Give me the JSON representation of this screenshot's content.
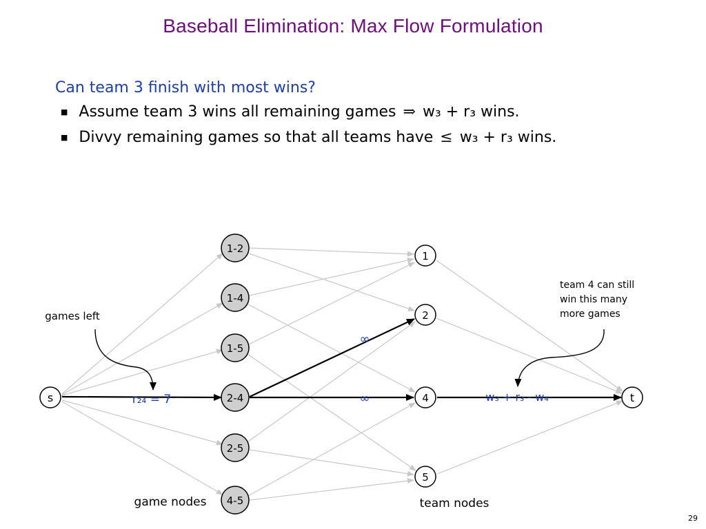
{
  "title": "Baseball Elimination:  Max Flow Formulation",
  "question": "Can team 3 finish with most wins?",
  "bullets": [
    {
      "pre": "Assume team 3 wins all remaining games",
      "symbol": "⇒",
      "post": "w₃ + r₃ wins."
    },
    {
      "pre": "Divvy remaining games so that all teams have",
      "symbol": "≤",
      "post": "w₃ + r₃ wins."
    }
  ],
  "nodes": {
    "source": "s",
    "sink": "t",
    "game_nodes": [
      "1-2",
      "1-4",
      "1-5",
      "2-4",
      "2-5",
      "4-5"
    ],
    "team_nodes": [
      "1",
      "2",
      "4",
      "5"
    ]
  },
  "labels": {
    "games_left": "games left",
    "game_nodes": "game nodes",
    "team_nodes": "team nodes",
    "team4_note": [
      "team 4 can still",
      "win this many",
      "more games"
    ],
    "r24_edge": "r₂₄ = 7",
    "inf": "∞",
    "sink_edge": "w₃ + r₃  - w₄"
  },
  "colors": {
    "title": "#6b0f7a",
    "question": "#1f3fa0",
    "edge_label": "#1f3fa0",
    "light_edge": "#c8c8c8",
    "node_fill": "#cfcfcf"
  },
  "page_number": "29"
}
